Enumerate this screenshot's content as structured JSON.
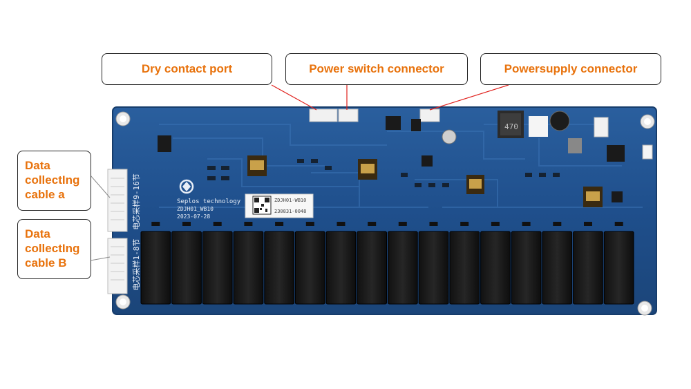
{
  "callouts": {
    "dry_contact": "Dry contact port",
    "power_switch": "Power switch connector",
    "power_supply": "Powersupply connector",
    "cable_a": [
      "Data",
      "collectIng",
      "cable a"
    ],
    "cable_b": [
      "Data",
      "collectIng",
      "cable B"
    ]
  },
  "board": {
    "brand": "Seplos technology",
    "model_left": "ZDJH01_WB10",
    "date": "2023-07-28",
    "label_top": "ZDJH01-WB10",
    "label_bottom": "230831-0048",
    "vertical_label_top": "电芯采样9-16节",
    "vertical_label_bottom": "电芯采样1-8节",
    "inductor_code": "470",
    "relay_count": 16
  },
  "colors": {
    "accent": "#e8720c",
    "board": "#1f4f8c",
    "relay": "#1a1a1a",
    "leader": "#e0201c"
  }
}
